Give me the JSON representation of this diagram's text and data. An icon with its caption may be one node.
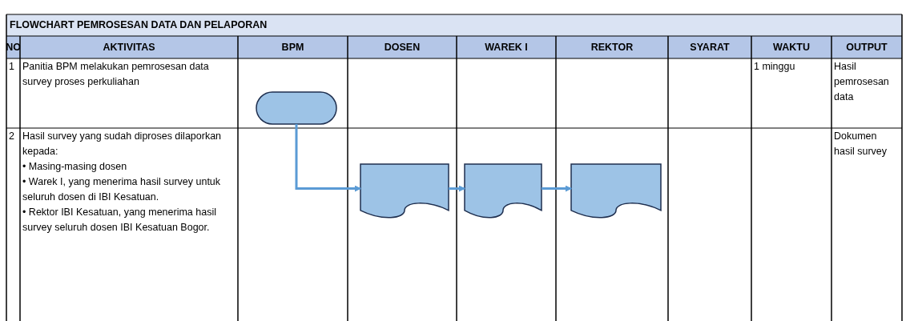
{
  "diagram": {
    "title": "FLOWCHART PEMROSESAN DATA DAN PELAPORAN",
    "nodes": [
      {
        "text": [],
        "shape": "box"
      },
      {
        "text": [],
        "shape": "document"
      },
      {
        "text": [],
        "shape": "document"
      },
      {
        "text": [],
        "shape": "document"
      }
    ],
    "edges": [
      {
        "from": 0,
        "to": 1,
        "arrow": "to"
      },
      {
        "from": 1,
        "to": 2,
        "arrow": "to"
      },
      {
        "from": 2,
        "to": 3,
        "arrow": "to"
      }
    ],
    "labels": [
      "NO",
      "AKTIVITAS",
      "BPM",
      "DOSEN",
      "WAREK I",
      "REKTOR",
      "SYARAT",
      "WAKTU",
      "OUTPUT",
      "1",
      "Panitia BPM melakukan pemrosesan data survey proses perkuliahan",
      "1 minggu",
      "Hasil pemrosesan data",
      "2",
      "Hasil survey yang sudah diproses dilaporkan kepada:",
      "• Masing-masing dosen",
      "• Warek I, yang menerima hasil survey untuk seluruh dosen di IBI Kesatuan.",
      "• Rektor IBI Kesatuan, yang menerima hasil survey seluruh dosen IBI Kesatuan Bogor.",
      "Dokumen hasil survey"
    ]
  }
}
